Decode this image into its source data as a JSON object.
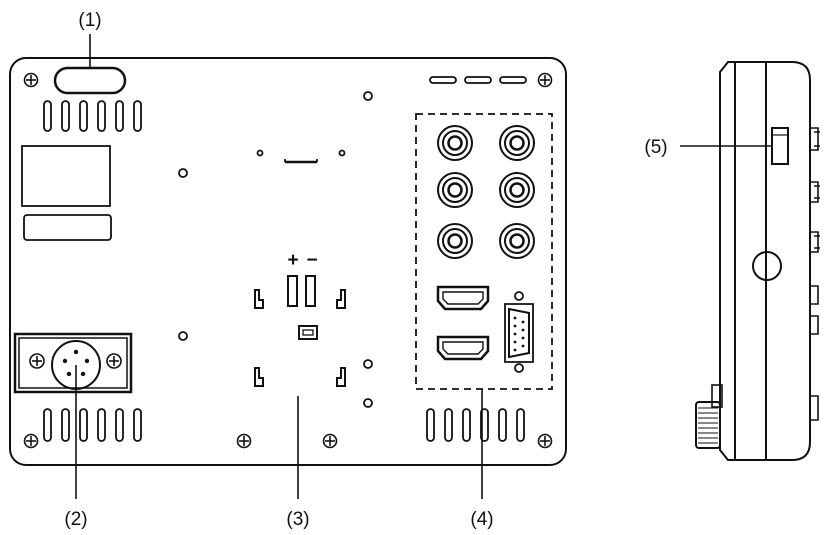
{
  "callouts": {
    "c1": "(1)",
    "c2": "(2)",
    "c3": "(3)",
    "c4": "(4)",
    "c5": "(5)"
  },
  "power_polarity": {
    "plus": "+",
    "minus": "−"
  },
  "colors": {
    "stroke": "#111111",
    "background": "#ffffff"
  }
}
